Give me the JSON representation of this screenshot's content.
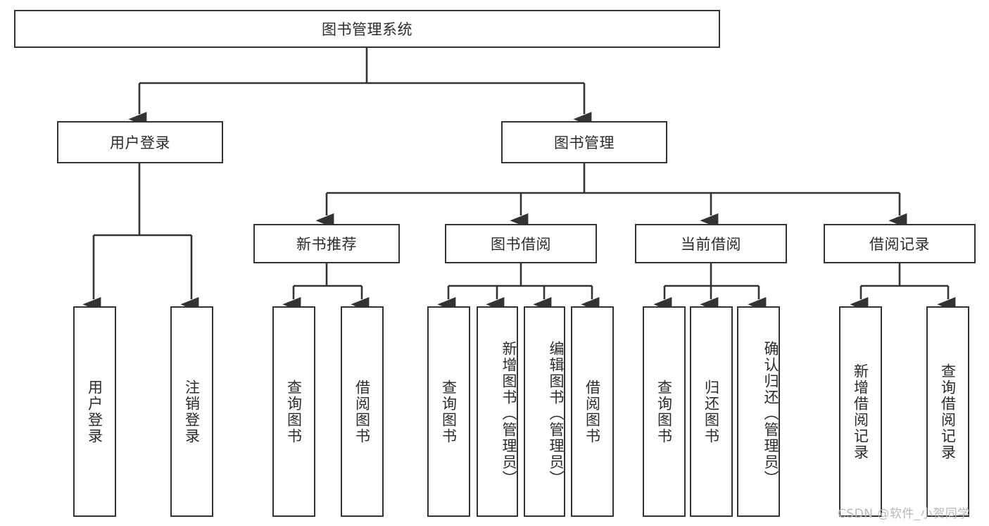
{
  "diagram": {
    "title": "图书管理系统",
    "type": "hierarchy-tree",
    "stroke_color": "#333333",
    "fill_color": "#ffffff",
    "text_color": "#2b2b2b",
    "root": {
      "label": "图书管理系统"
    },
    "level1": [
      {
        "label": "用户登录"
      },
      {
        "label": "图书管理"
      }
    ],
    "level2": [
      {
        "label": "新书推荐"
      },
      {
        "label": "图书借阅"
      },
      {
        "label": "当前借阅"
      },
      {
        "label": "借阅记录"
      }
    ],
    "leaves": {
      "user_login": [
        {
          "label": "用户登录"
        },
        {
          "label": "注销登录"
        }
      ],
      "new_book_recommend": [
        {
          "label": "查询图书"
        },
        {
          "label": "借阅图书"
        }
      ],
      "book_borrow": [
        {
          "label": "查询图书"
        },
        {
          "label": "新增图书（管理员）"
        },
        {
          "label": "编辑图书（管理员）"
        },
        {
          "label": "借阅图书"
        }
      ],
      "current_borrow": [
        {
          "label": "查询图书"
        },
        {
          "label": "归还图书"
        },
        {
          "label": "确认归还（管理员）"
        }
      ],
      "borrow_record": [
        {
          "label": "新增借阅记录"
        },
        {
          "label": "查询借阅记录"
        }
      ]
    }
  },
  "watermark": {
    "text": "CSDN @软件_小贺同学"
  }
}
